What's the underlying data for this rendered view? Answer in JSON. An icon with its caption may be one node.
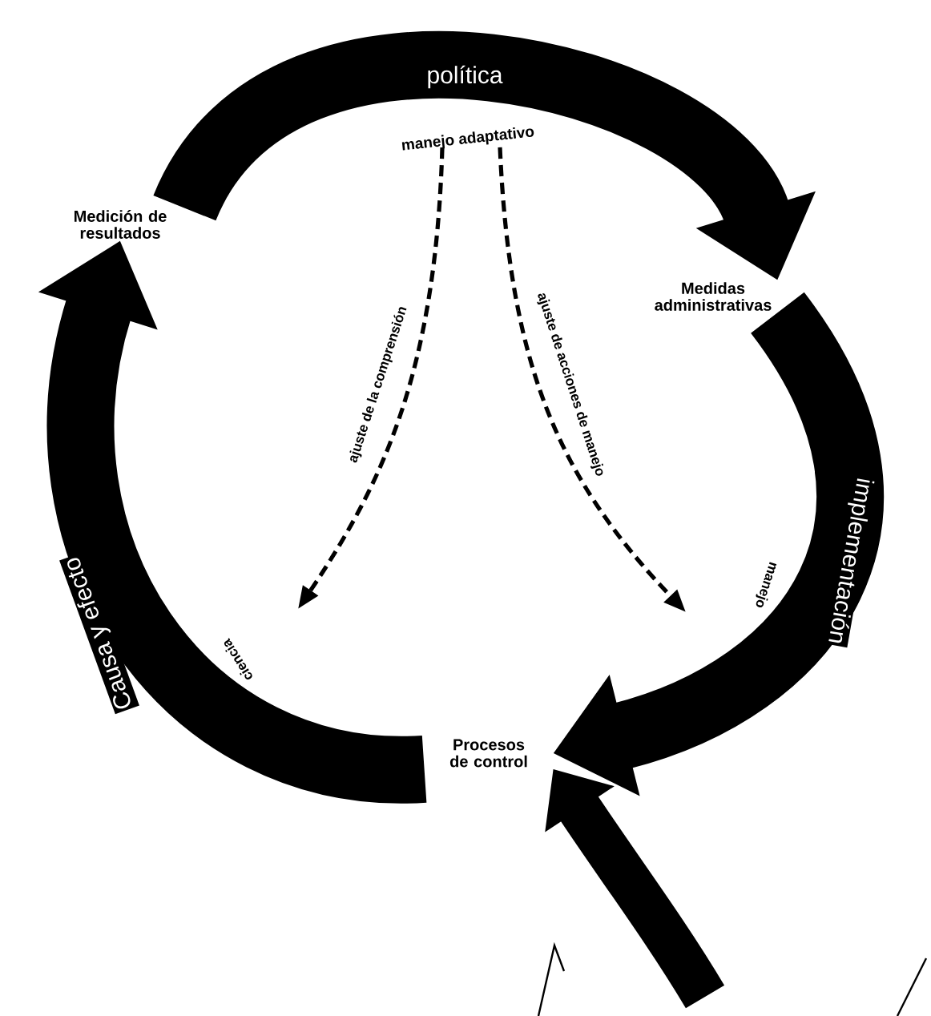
{
  "diagram": {
    "nodes": [
      {
        "text": [
          "Medición de resultados"
        ]
      },
      {
        "text": [
          "Medidas administrativas"
        ]
      },
      {
        "text": [
          "Procesos de control"
        ]
      }
    ],
    "edges": [
      {
        "from": 0,
        "to": 1,
        "arrow": "to",
        "label": "política"
      },
      {
        "from": 1,
        "to": 2,
        "arrow": "to",
        "label": "implementación"
      },
      {
        "from": 2,
        "to": 0,
        "arrow": "to",
        "label": "Causa y efecto"
      },
      {
        "from": null,
        "to": 2,
        "arrow": "to"
      }
    ],
    "labels": [
      "manejo adaptativo",
      "ajuste de la comprensión",
      "ajuste de acciones de manejo",
      "manejo",
      "ciencia"
    ]
  }
}
